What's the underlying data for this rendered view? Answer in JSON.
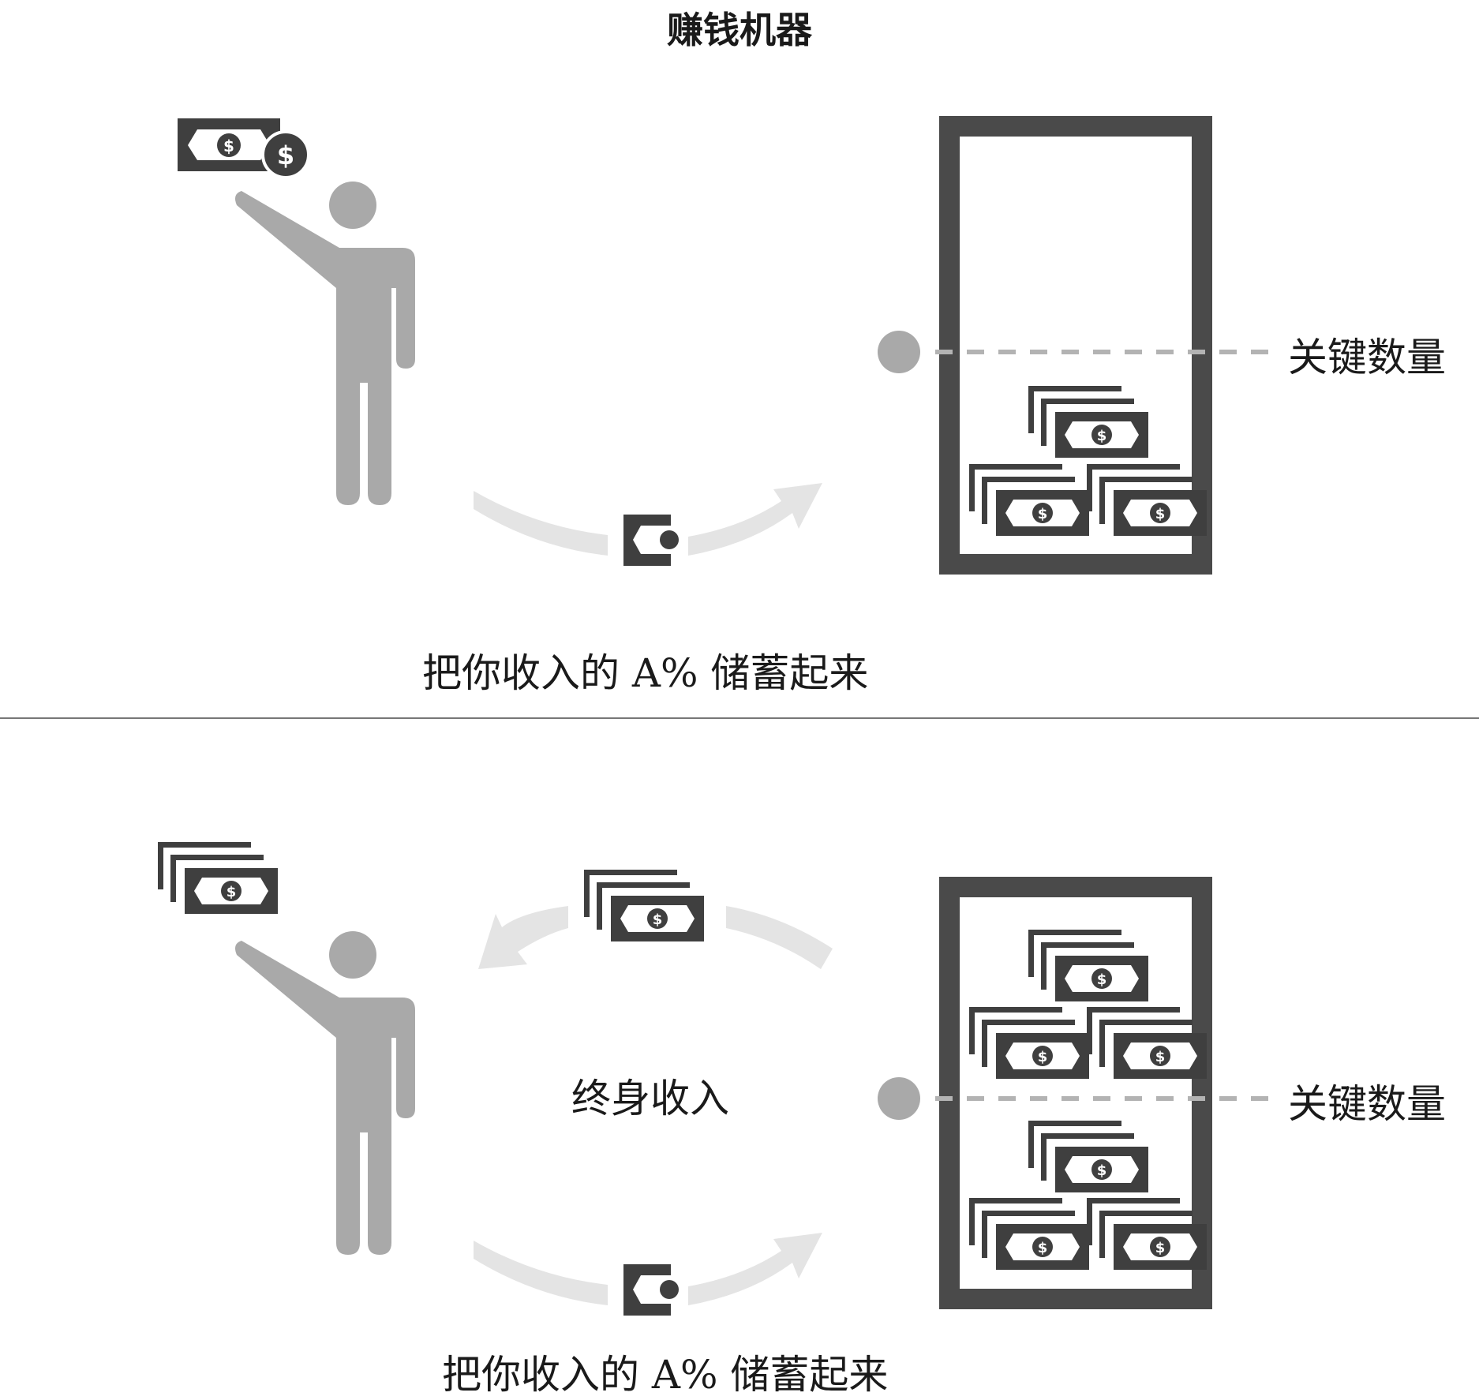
{
  "title": "赚钱机器",
  "panels": [
    {
      "caption": "把你收入的 A% 储蓄起来",
      "key_label": "关键数量"
    },
    {
      "caption": "把你收入的 A% 储蓄起来",
      "key_label": "关键数量",
      "return_label": "终身收入"
    }
  ],
  "colors": {
    "figure": "#a9a9a9",
    "dark": "#3f3f3f",
    "arrow": "#e4e4e4",
    "dashed": "#b3b3b3"
  }
}
